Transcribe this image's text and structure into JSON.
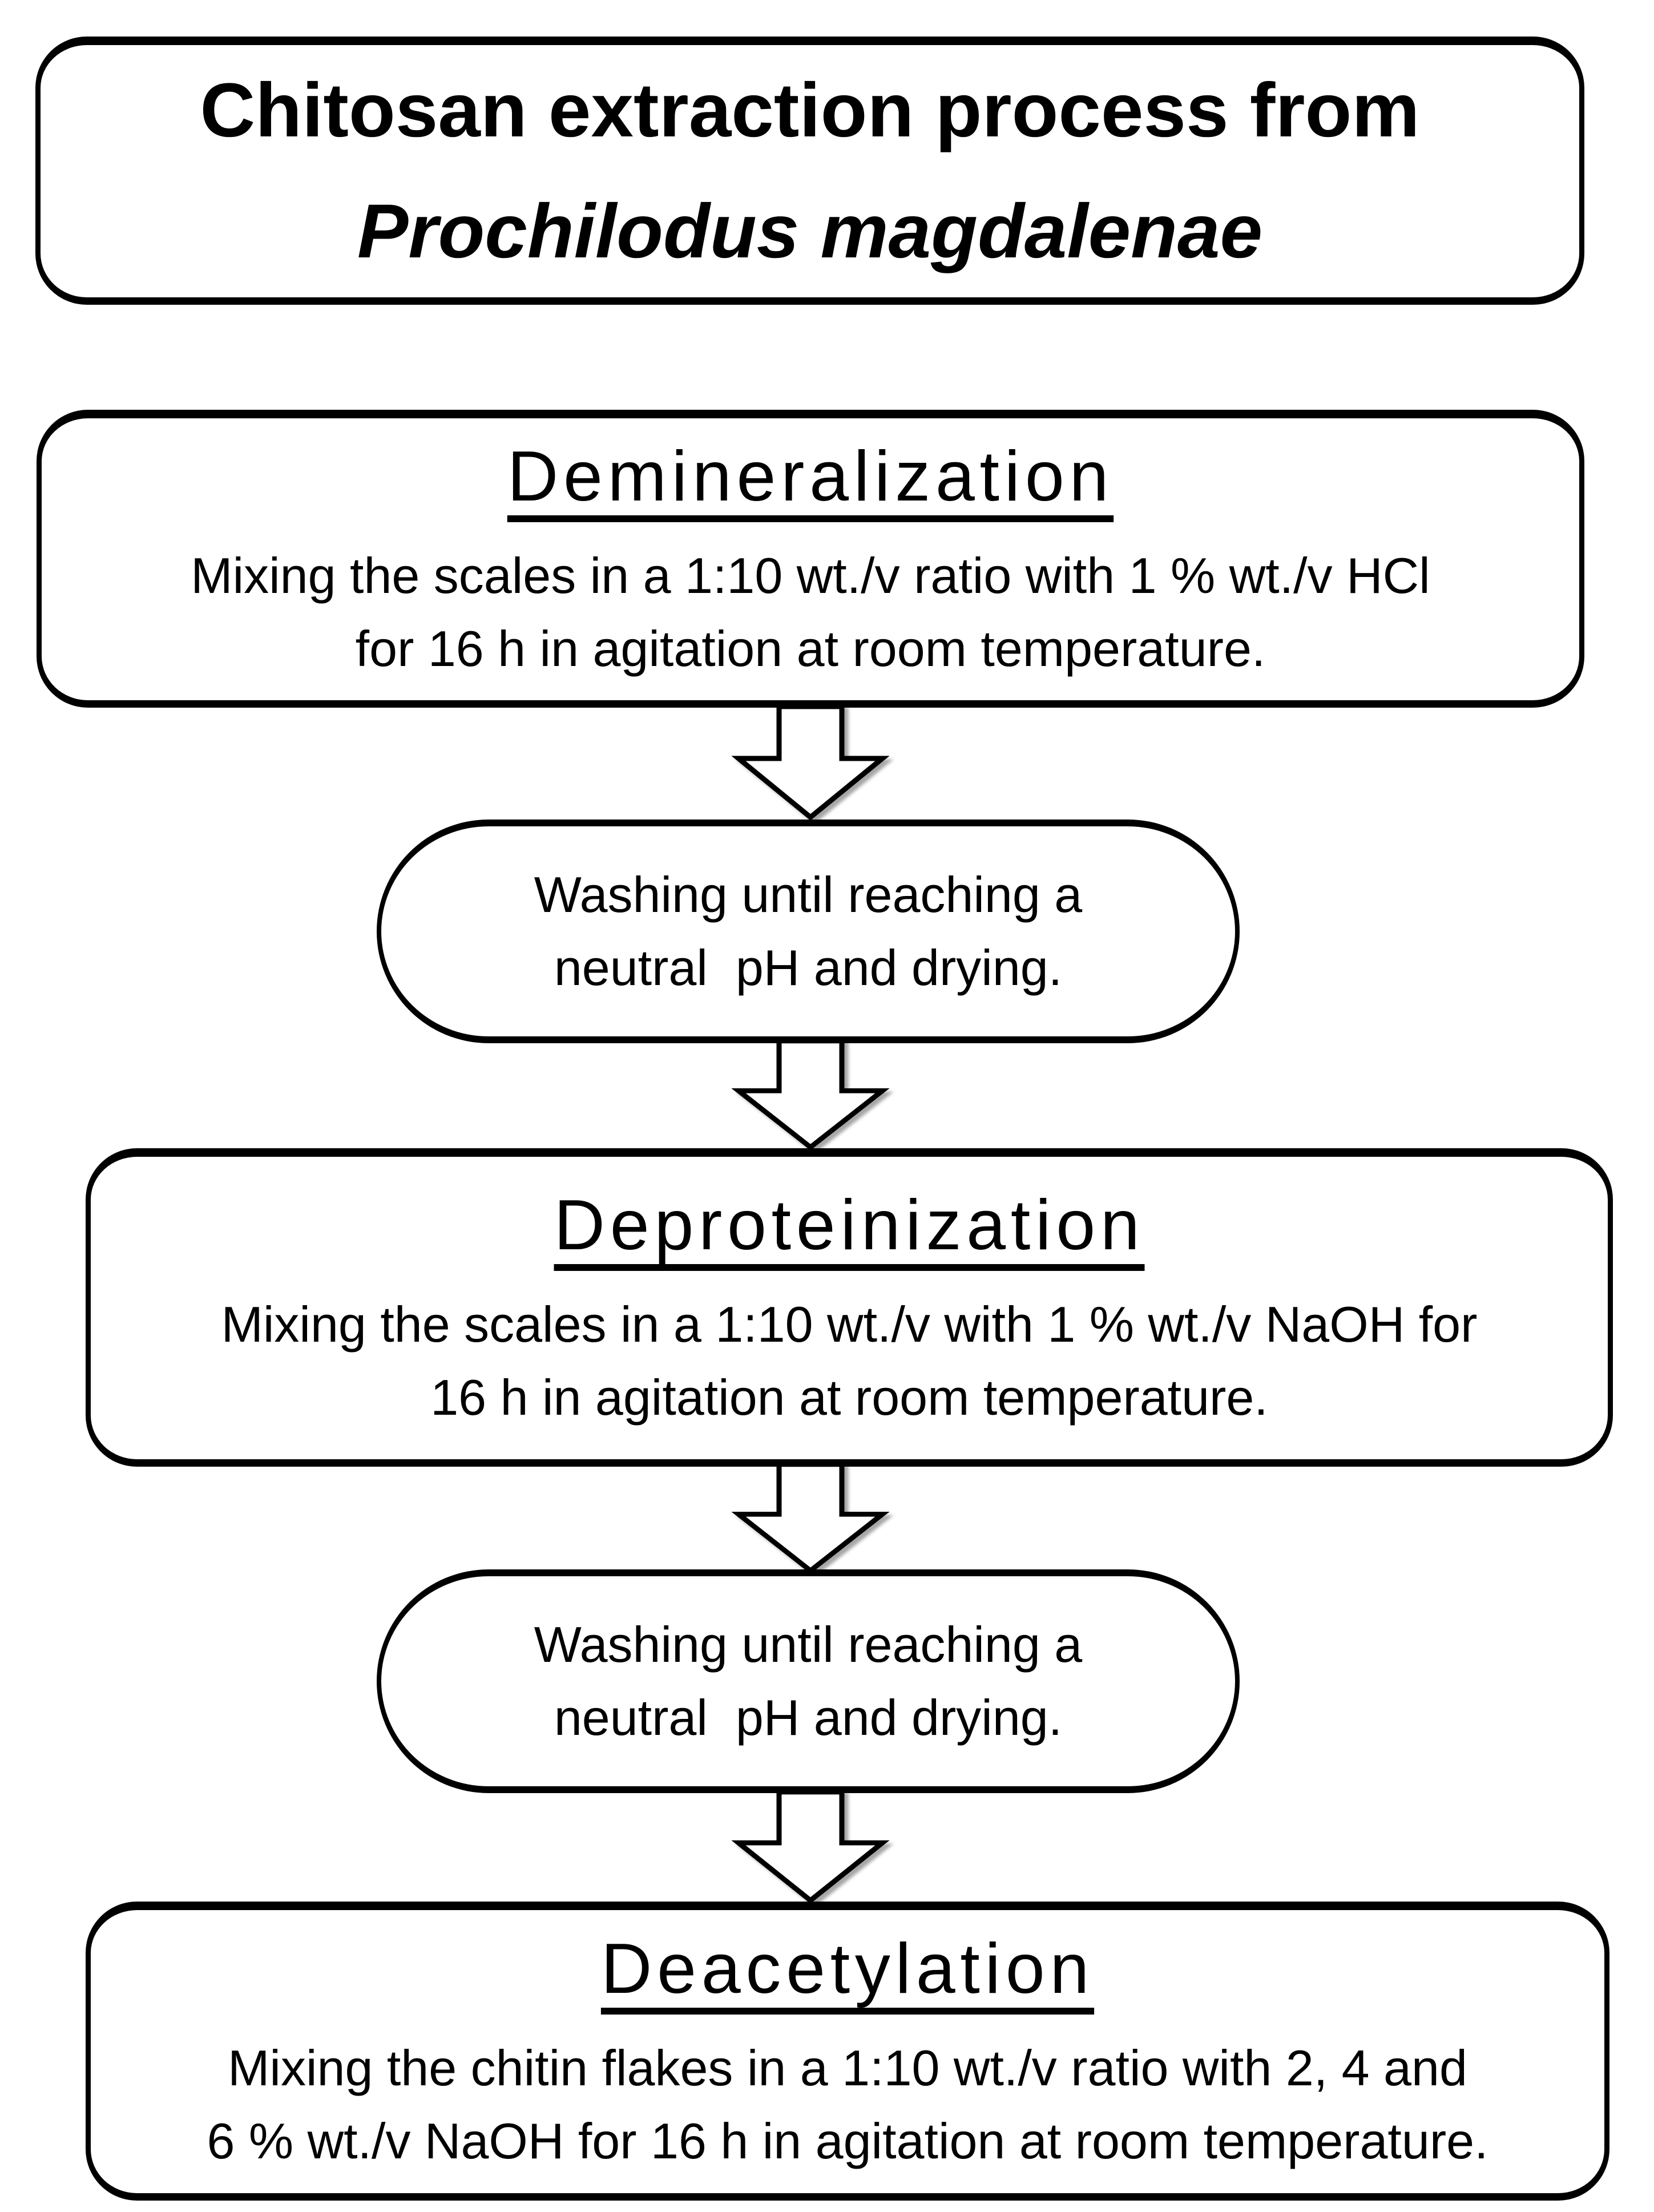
{
  "colors": {
    "ink": "#000000",
    "paper": "#ffffff",
    "arrow_fill": "#ffffff",
    "arrow_outline": "#000000"
  },
  "title": {
    "line1": "Chitosan extraction process from",
    "line2": "Prochilodus magdalenae"
  },
  "steps": [
    {
      "heading": "Demineralization",
      "body_line1": "Mixing the scales in a 1:10 wt./v ratio with 1 % wt./v HCl",
      "body_line2": "for 16 h in agitation at room temperature."
    },
    {
      "heading": "Deproteinization",
      "body_line1": "Mixing the scales in a 1:10 wt./v with 1 % wt./v NaOH for",
      "body_line2": "16 h in agitation at room temperature."
    },
    {
      "heading": "Deacetylation",
      "body_line1": "Mixing the chitin flakes in a 1:10 wt./v ratio with 2, 4 and",
      "body_line2": "6 % wt./v NaOH for 16 h in agitation at room temperature."
    }
  ],
  "wash_ovals": [
    {
      "line1": "Washing until reaching a",
      "line2": "neutral  pH and drying."
    },
    {
      "line1": "Washing until reaching a",
      "line2": "neutral  pH and drying."
    }
  ]
}
